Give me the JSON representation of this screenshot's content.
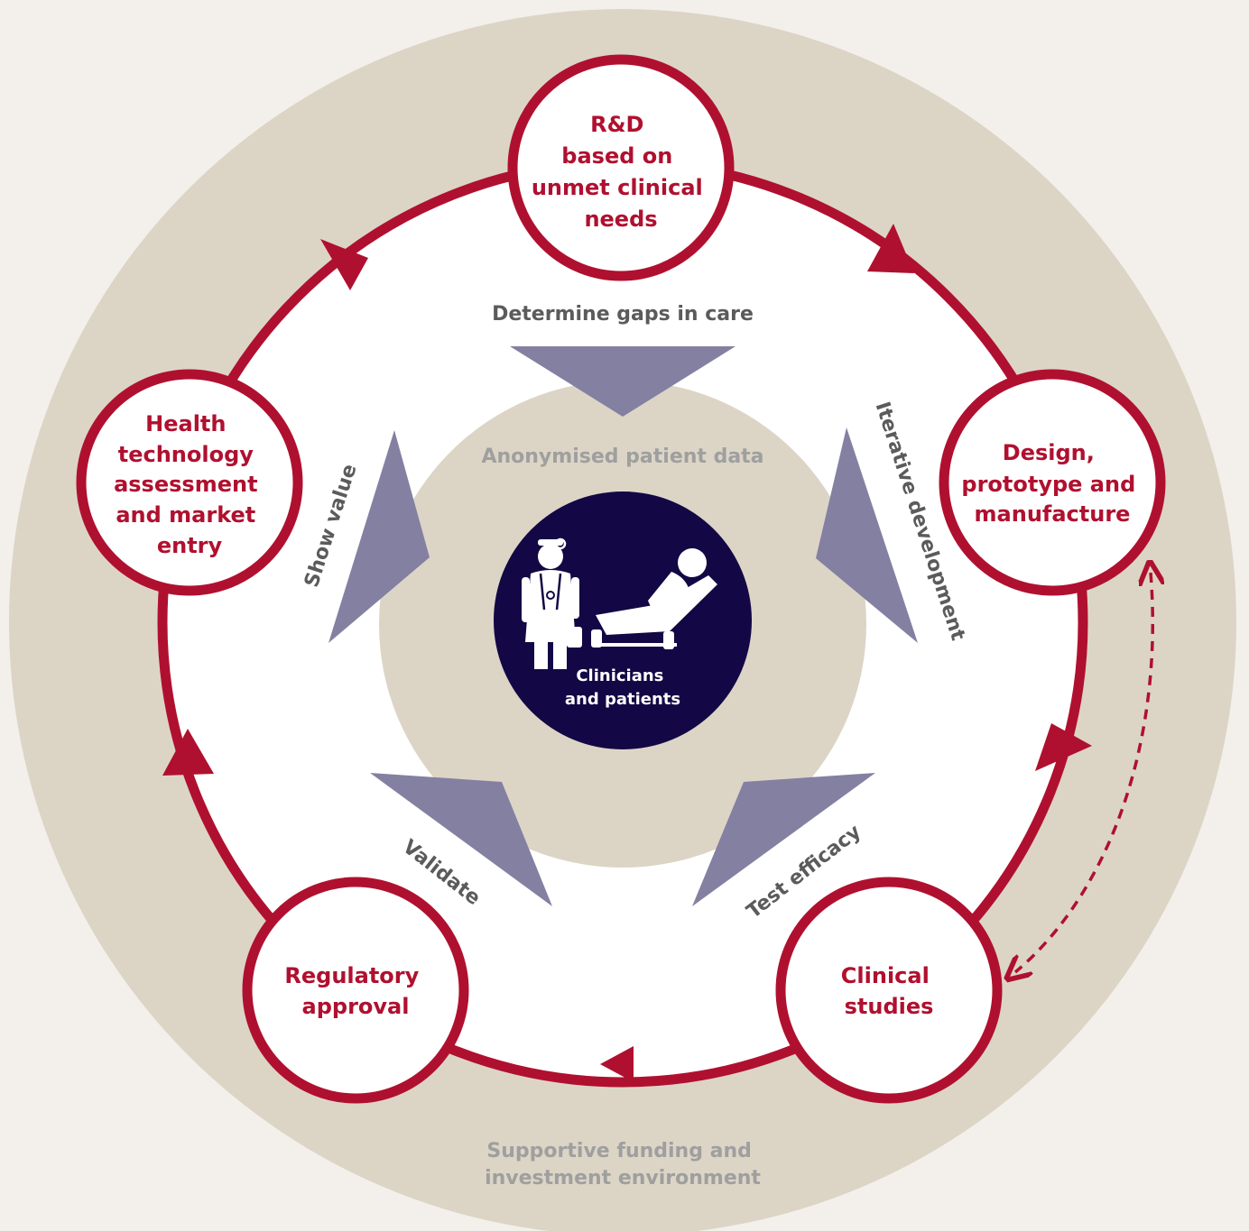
{
  "colors": {
    "background": "#f3f0eb",
    "outer_ring": "#dcd5c6",
    "cycle_red": "#b0102f",
    "arrow_purple": "#8480a2",
    "center_navy": "#130845",
    "env_text": "#9f9f9f",
    "process_text": "#5b5b5b"
  },
  "center": {
    "label_lines": [
      "Clinicians",
      "and patients"
    ],
    "icon": "doctor-and-patient-icon"
  },
  "inner_ring_label": "Anonymised patient data",
  "environment_label_lines": [
    "Supportive funding and",
    "investment environment"
  ],
  "stages": {
    "rnd": {
      "lines": [
        "R&D",
        "based on",
        "unmet clinical",
        "needs"
      ]
    },
    "design": {
      "lines": [
        "Design,",
        "prototype and",
        "manufacture"
      ]
    },
    "clinical": {
      "lines": [
        "Clinical",
        "studies"
      ]
    },
    "regulatory": {
      "lines": [
        "Regulatory",
        "approval"
      ]
    },
    "hta": {
      "lines": [
        "Health",
        "technology",
        "assessment",
        "and market",
        "entry"
      ]
    }
  },
  "processes": {
    "gaps": "Determine gaps in care",
    "iterative": "Iterative development",
    "efficacy": "Test efficacy",
    "validate": "Validate",
    "value": "Show value"
  }
}
